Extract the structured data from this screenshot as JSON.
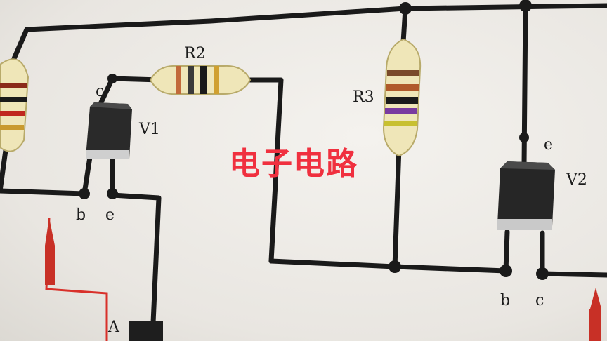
{
  "overlay_title": "电子电路",
  "labels": {
    "R2": "R2",
    "R3": "R3",
    "V1": "V1",
    "V2": "V2",
    "v1_c": "c",
    "v1_b": "b",
    "v1_e": "e",
    "v2_e": "e",
    "v2_b": "b",
    "v2_c": "c",
    "probe_A": "A"
  },
  "colors": {
    "wire": "#1a1a1a",
    "overlay_text": "#f0303f",
    "probe_red": "#d8302a",
    "resistor_body": "#efe6b8"
  }
}
